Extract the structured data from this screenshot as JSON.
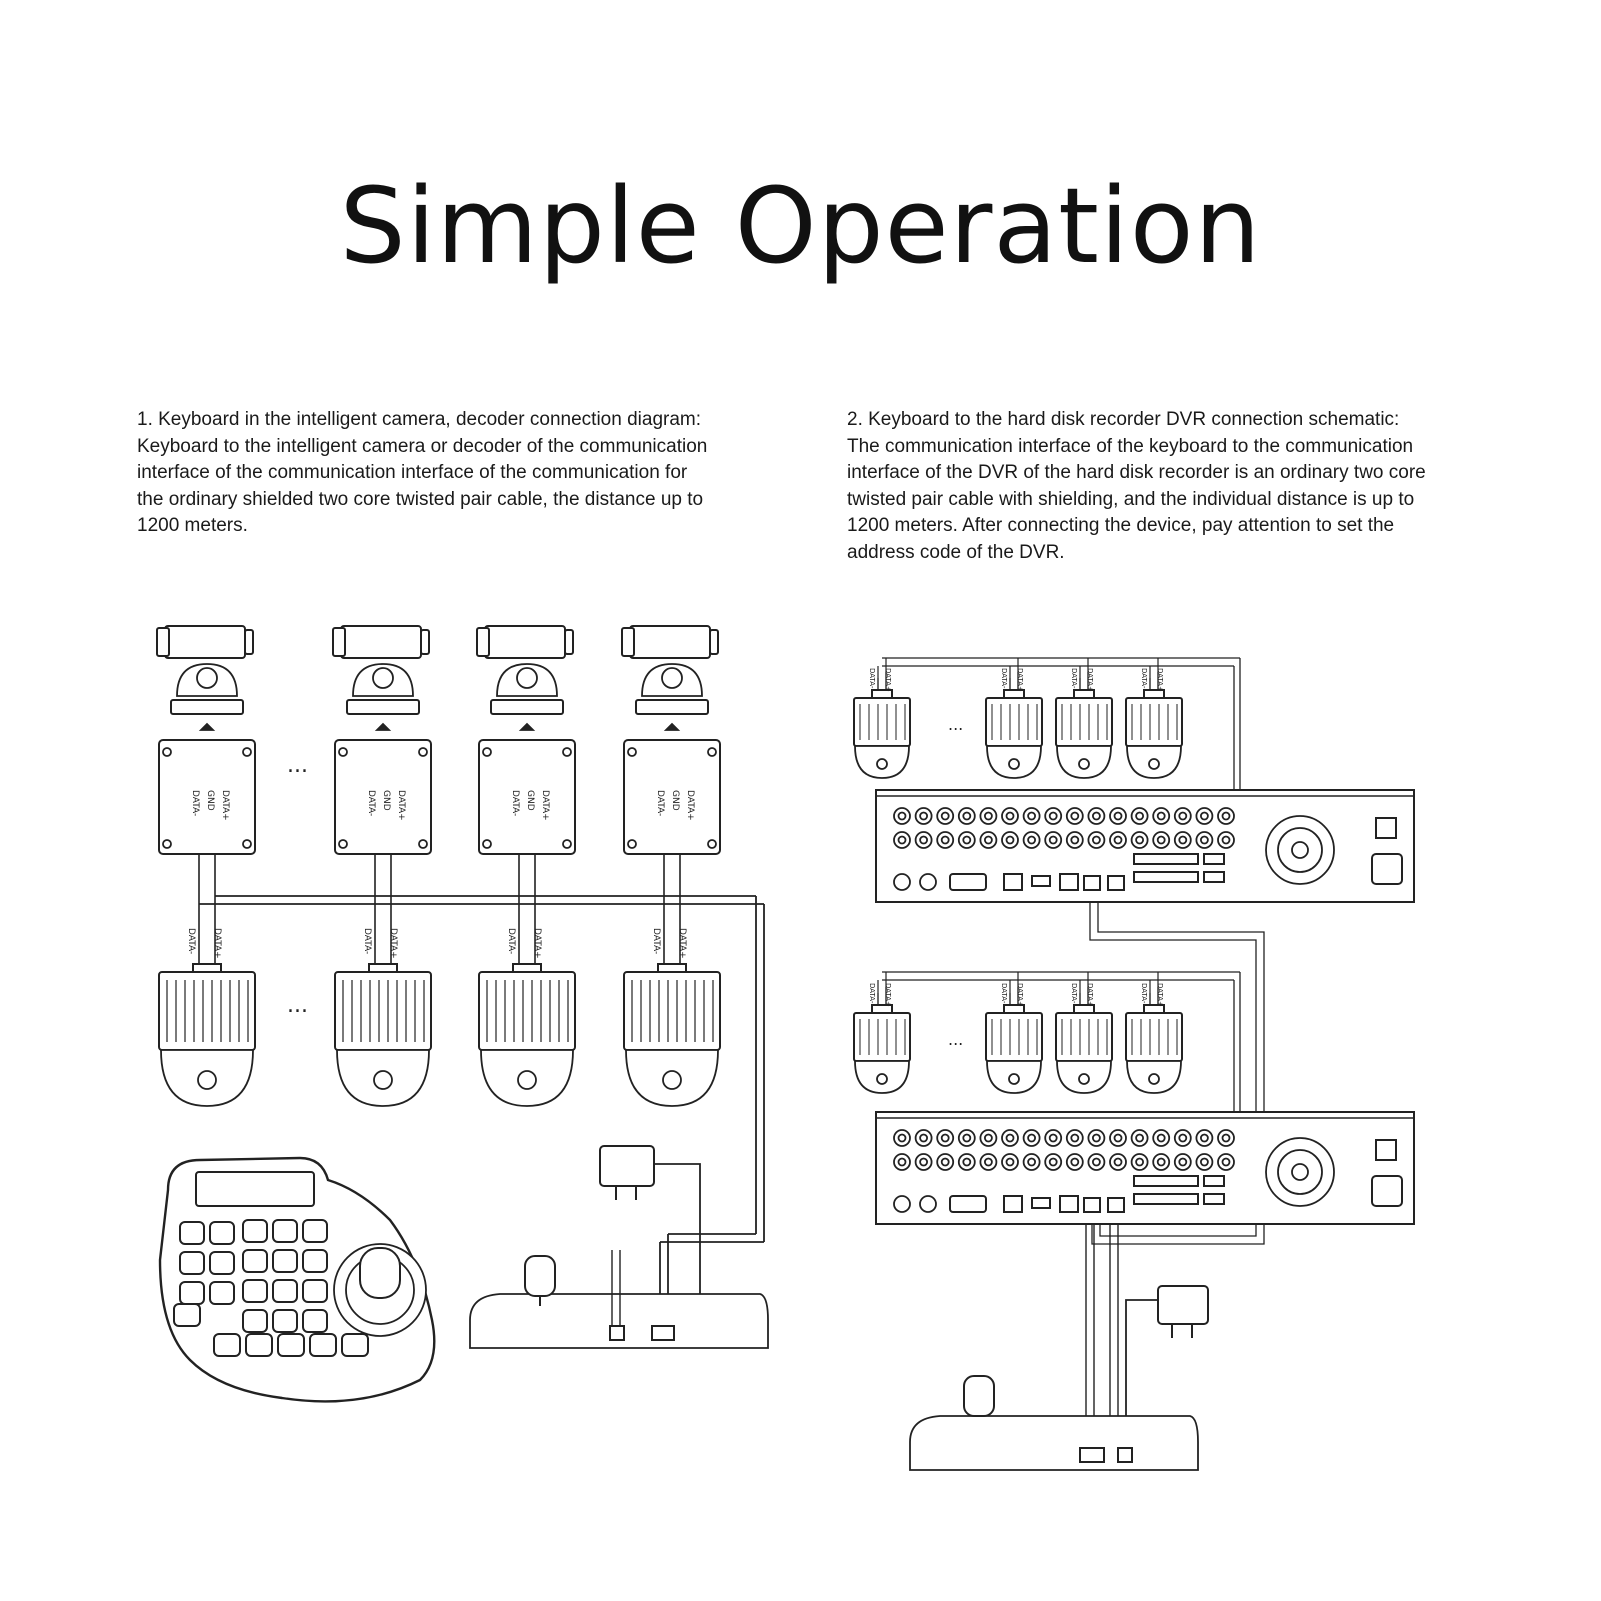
{
  "title": "Simple Operation",
  "section1": {
    "lines": [
      "1. Keyboard in the intelligent camera, decoder connection diagram:",
      "Keyboard to the intelligent camera or decoder of the communication",
      "interface of the communication interface of the communication for",
      "the ordinary shielded two core twisted pair cable, the distance up to",
      "1200 meters."
    ],
    "decoder_labels": [
      "DATA-",
      "GND",
      "DATA+"
    ],
    "camera_labels": [
      "DATA-",
      "DATA+"
    ],
    "ellipsis": "..."
  },
  "section2": {
    "lines": [
      "2. Keyboard to the hard disk recorder DVR connection schematic:",
      "The communication interface of the keyboard to the communication",
      "interface of the DVR of the hard disk recorder is an ordinary two core",
      "twisted pair cable with shielding, and the individual distance is up to",
      "1200 meters. After connecting the device, pay attention to set the",
      "address code of the DVR."
    ],
    "dome_labels": [
      "DATA-",
      "DATA+"
    ],
    "ellipsis": "..."
  },
  "colors": {
    "line": "#222222",
    "background": "#ffffff"
  }
}
